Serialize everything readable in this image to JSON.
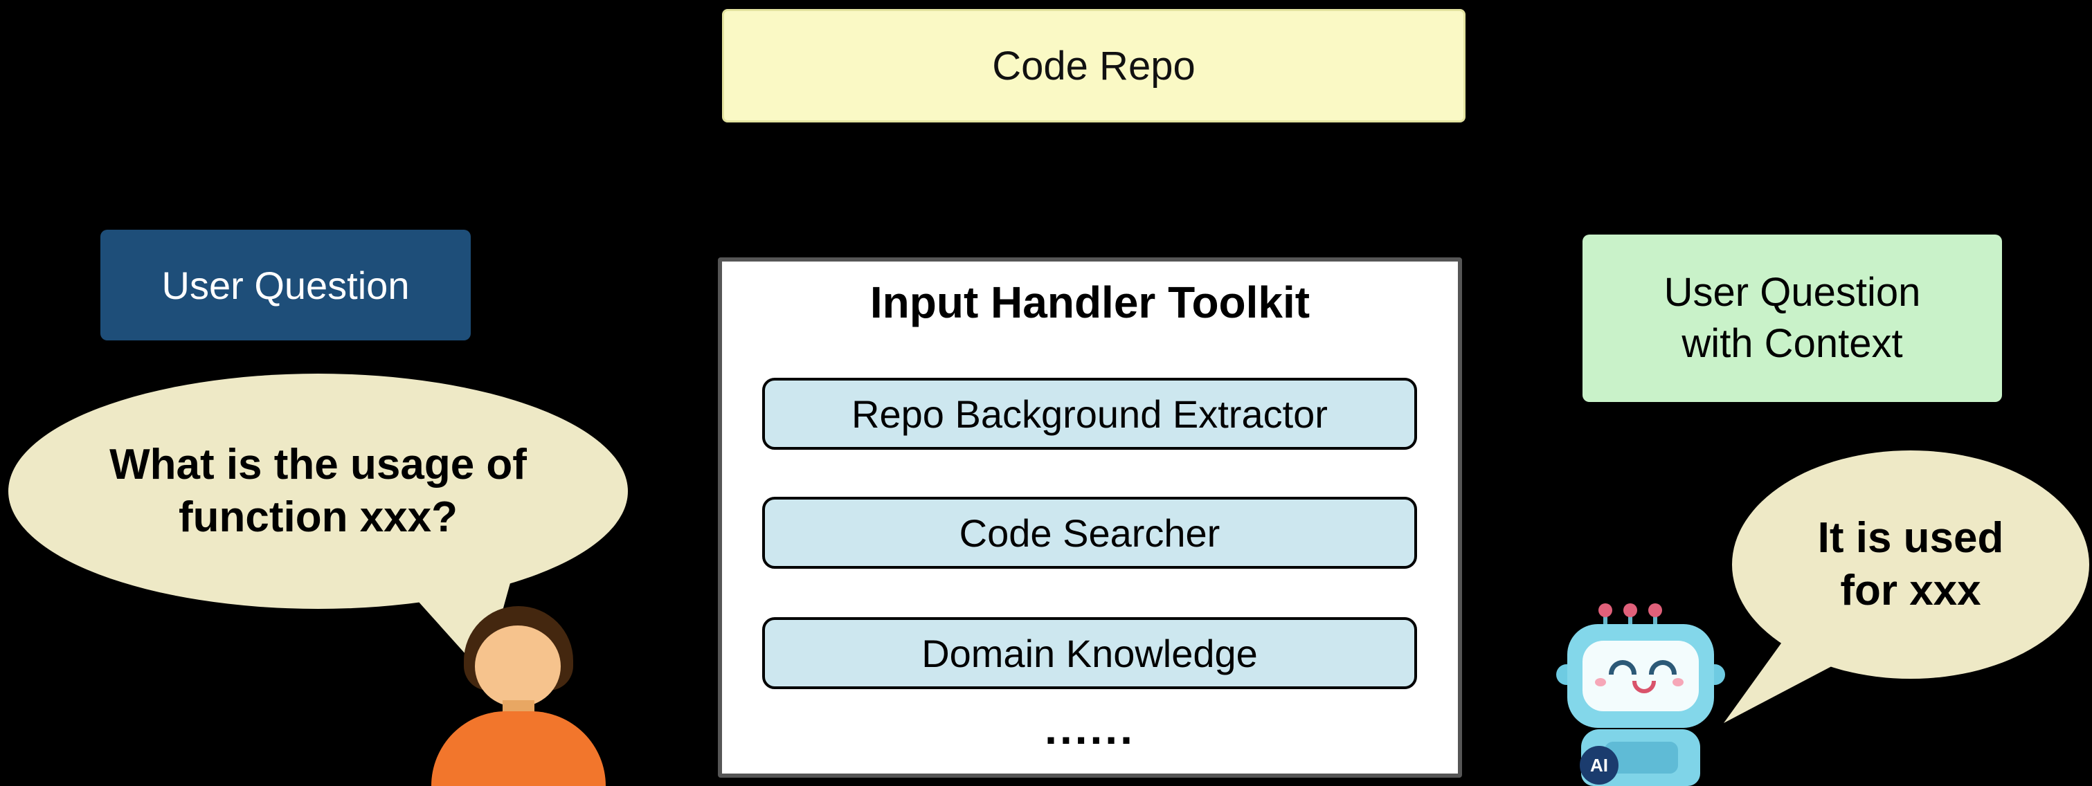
{
  "code_repo": {
    "label": "Code Repo"
  },
  "user_question_box": {
    "label": "User Question"
  },
  "user_bubble": {
    "line1": "What is the usage of",
    "line2": "function xxx?"
  },
  "toolkit": {
    "title": "Input Handler Toolkit",
    "items": [
      "Repo Background Extractor",
      "Code Searcher",
      "Domain Knowledge"
    ],
    "more": "......"
  },
  "context_box": {
    "line1": "User Question",
    "line2": "with Context"
  },
  "assistant_bubble": {
    "line1": "It is used",
    "line2": "for xxx"
  },
  "robot": {
    "badge": "AI"
  },
  "colors": {
    "background": "#000000",
    "code_repo_bg": "#FAF9C5",
    "user_question_bg": "#1E4E79",
    "bubble_bg": "#EEE9C6",
    "toolkit_item_bg": "#CDE7EF",
    "context_bg": "#C9F2C9",
    "person_shirt": "#F2762C",
    "robot_body": "#83D7EA"
  }
}
